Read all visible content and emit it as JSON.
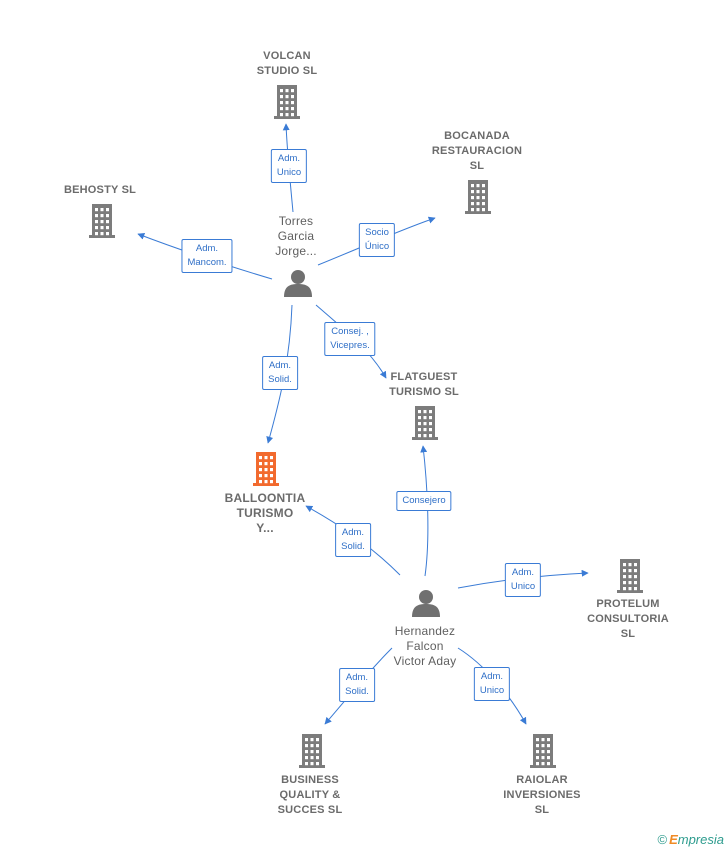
{
  "colors": {
    "edge": "#3a7bd5",
    "company_icon": "#7c7c7c",
    "main_icon": "#f26a2e",
    "person_icon": "#707070"
  },
  "nodes": [
    {
      "id": "volcan",
      "type": "company",
      "label": "VOLCAN\nSTUDIO  SL"
    },
    {
      "id": "bocanada",
      "type": "company",
      "label": "BOCANADA\nRESTAURACION\nSL"
    },
    {
      "id": "behosty",
      "type": "company",
      "label": "BEHOSTY  SL"
    },
    {
      "id": "torres",
      "type": "person",
      "label": "Torres\nGarcia\nJorge..."
    },
    {
      "id": "flatguest",
      "type": "company",
      "label": "FLATGUEST\nTURISMO  SL"
    },
    {
      "id": "balloontia",
      "type": "main",
      "label": "BALLOONTIA\nTURISMO\nY..."
    },
    {
      "id": "hernandez",
      "type": "person",
      "label": "Hernandez\nFalcon\nVictor Aday"
    },
    {
      "id": "protelum",
      "type": "company",
      "label": "PROTELUM\nCONSULTORIA\nSL"
    },
    {
      "id": "business",
      "type": "company",
      "label": "BUSINESS\nQUALITY &\nSUCCES  SL"
    },
    {
      "id": "raiolar",
      "type": "company",
      "label": "RAIOLAR\nINVERSIONES\nSL"
    }
  ],
  "edges": [
    {
      "id": "e1",
      "from": "torres",
      "to": "volcan",
      "label": "Adm.\nUnico"
    },
    {
      "id": "e2",
      "from": "torres",
      "to": "bocanada",
      "label": "Socio\nÚnico"
    },
    {
      "id": "e3",
      "from": "torres",
      "to": "behosty",
      "label": "Adm.\nMancom."
    },
    {
      "id": "e4",
      "from": "torres",
      "to": "flatguest",
      "label": "Consej. ,\nVicepres."
    },
    {
      "id": "e5",
      "from": "torres",
      "to": "balloontia",
      "label": "Adm.\nSolid."
    },
    {
      "id": "e6",
      "from": "hernandez",
      "to": "flatguest",
      "label": "Consejero"
    },
    {
      "id": "e7",
      "from": "hernandez",
      "to": "balloontia",
      "label": "Adm.\nSolid."
    },
    {
      "id": "e8",
      "from": "hernandez",
      "to": "protelum",
      "label": "Adm.\nUnico"
    },
    {
      "id": "e9",
      "from": "hernandez",
      "to": "business",
      "label": "Adm.\nSolid."
    },
    {
      "id": "e10",
      "from": "hernandez",
      "to": "raiolar",
      "label": "Adm.\nUnico"
    }
  ],
  "brand": {
    "symbol": "©",
    "initial": "E",
    "rest": "mpresia"
  }
}
